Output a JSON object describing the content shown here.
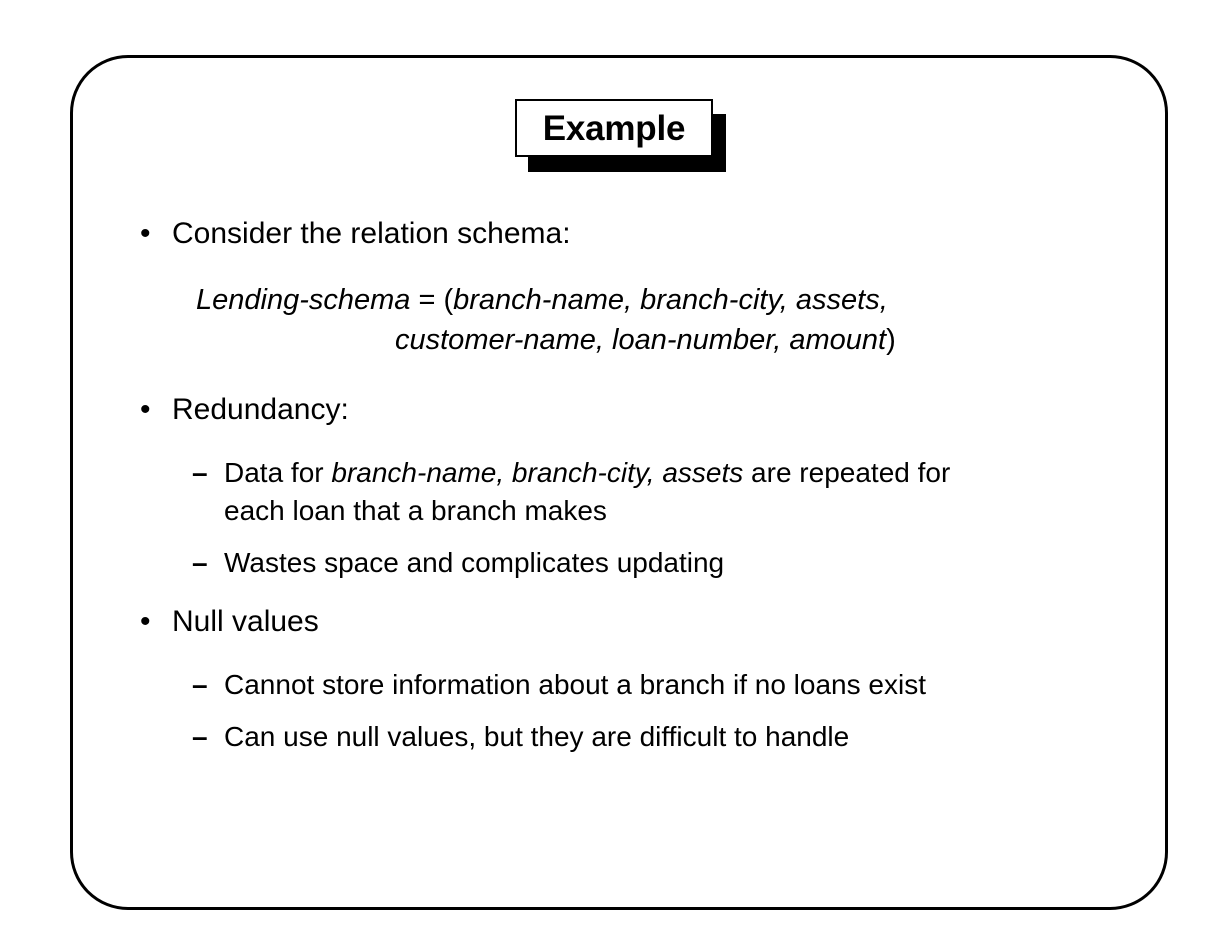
{
  "slide": {
    "title": "Example",
    "frame_color": "#000000",
    "background_color": "#ffffff",
    "text_color": "#000000"
  },
  "markers": {
    "bullet": "•",
    "dash": "–"
  },
  "content": {
    "bullet_1": {
      "text": "Consider the relation schema:",
      "schema": {
        "line1": {
          "name": "Lending-schema",
          "equals": " = (",
          "attrs": "branch-name, branch-city, assets,"
        },
        "line2": {
          "attrs": "customer-name, loan-number, amount",
          "close": ")"
        }
      }
    },
    "bullet_2": {
      "text": "Redundancy:",
      "sub": [
        {
          "pre": "Data for ",
          "italic": "branch-name, branch-city, assets",
          "post": " are repeated for",
          "cont": "each loan that a branch makes"
        },
        {
          "pre": "Wastes space and complicates updating",
          "italic": "",
          "post": "",
          "cont": ""
        }
      ]
    },
    "bullet_3": {
      "text": "Null values",
      "sub": [
        {
          "pre": "Cannot store information about a branch if no loans exist",
          "italic": "",
          "post": "",
          "cont": ""
        },
        {
          "pre": "Can use null values, but they are difficult to handle",
          "italic": "",
          "post": "",
          "cont": ""
        }
      ]
    }
  }
}
